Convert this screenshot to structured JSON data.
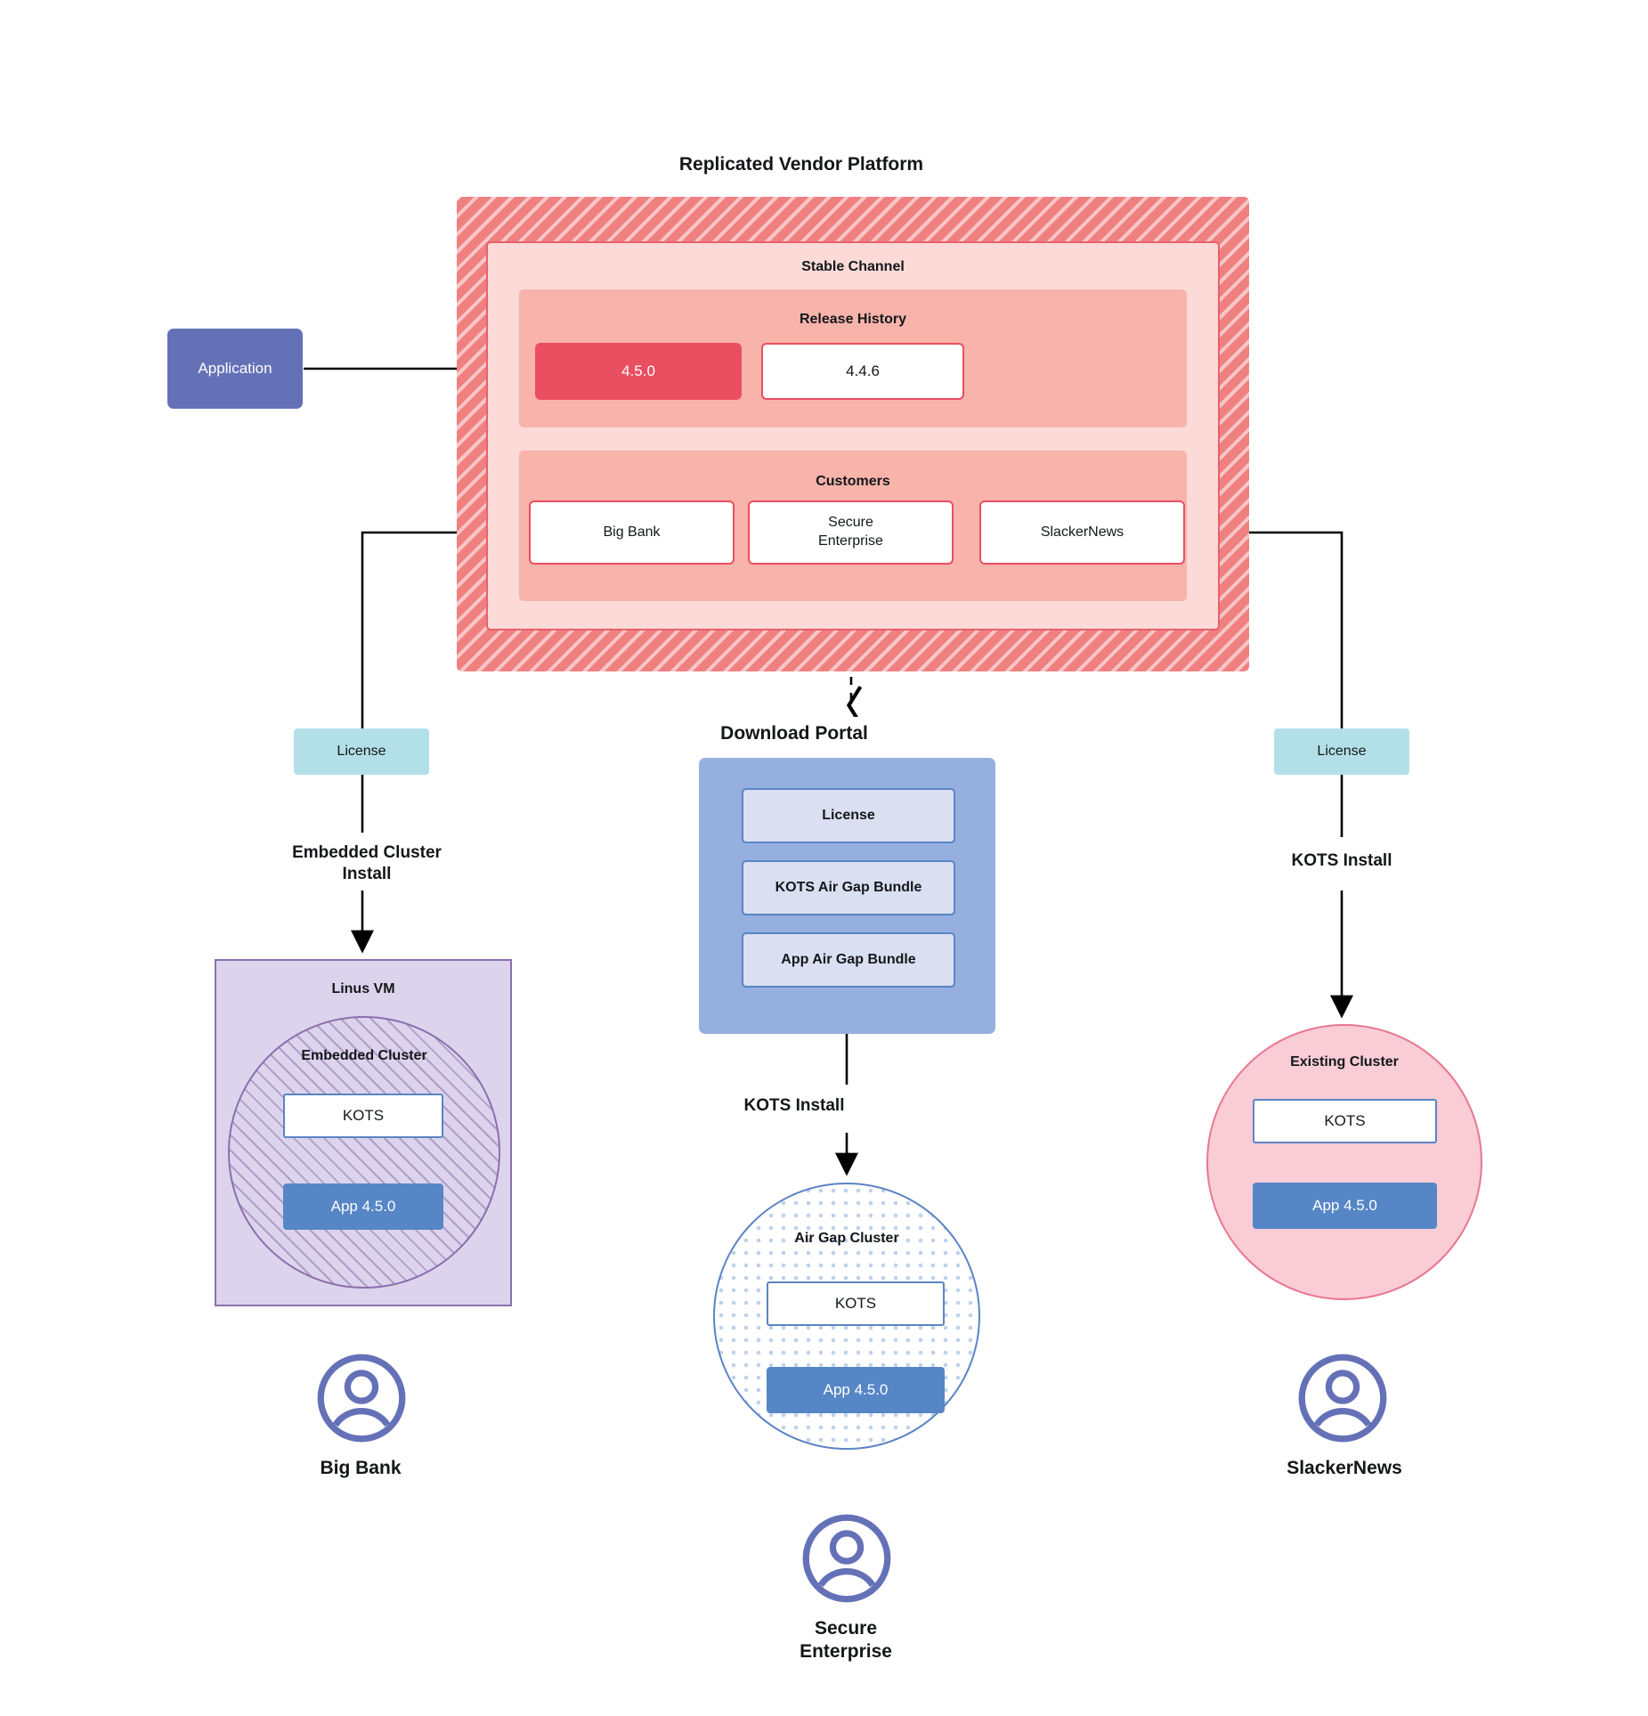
{
  "diagram": {
    "title": "Replicated Vendor Platform",
    "vendor_platform": {
      "title": "Replicated Vendor Platform",
      "fill_color": "#f08080",
      "channel": {
        "label": "Stable Channel",
        "fill_color": "#fbdad7",
        "release_history": {
          "label": "Release History",
          "releases": [
            {
              "version": "4.5.0",
              "state": "current",
              "fill_color": "#ea4e61",
              "text_color": "#ffffff"
            },
            {
              "version": "4.4.6",
              "state": "previous",
              "fill_color": "#ffffff",
              "text_color": "#14171a"
            }
          ]
        },
        "customers": {
          "label": "Customers",
          "items": [
            {
              "name": "Big Bank"
            },
            {
              "name": "Secure\nEnterprise"
            },
            {
              "name": "SlackerNews"
            }
          ]
        }
      }
    },
    "application": {
      "label": "Application",
      "fill_color": "#6571b7"
    },
    "licenses": [
      {
        "label": "License",
        "fill_color": "#b3e0e8"
      },
      {
        "label": "License",
        "fill_color": "#b3e0e8"
      }
    ],
    "flow_labels": {
      "embedded_cluster_install": "Embedded Cluster\nInstall",
      "kots_install_right": "KOTS Install",
      "kots_install_center": "KOTS Install"
    },
    "download_portal": {
      "title": "Download  Portal",
      "fill_color": "#95b0de",
      "items": [
        {
          "label": "License"
        },
        {
          "label": "KOTS Air Gap Bundle"
        },
        {
          "label": "App Air Gap Bundle"
        }
      ]
    },
    "targets": {
      "linus_vm": {
        "label": "Linus VM",
        "fill_color": "#dcd4ec",
        "border_color": "#8b6fae",
        "cluster": {
          "label": "Embedded Cluster",
          "kots": "KOTS",
          "app": "App 4.5.0"
        }
      },
      "air_gap_cluster": {
        "label": "Air Gap Cluster",
        "border_color": "#5b84c4",
        "kots": "KOTS",
        "app": "App 4.5.0"
      },
      "existing_cluster": {
        "label": "Existing Cluster",
        "fill_color": "#f9ccd6",
        "border_color": "#e8778f",
        "kots": "KOTS",
        "app": "App 4.5.0"
      }
    },
    "personas": [
      {
        "name": "Big Bank",
        "icon": "user-avatar-icon",
        "color": "#6571b7"
      },
      {
        "name": "Secure\nEnterprise",
        "icon": "user-avatar-icon",
        "color": "#6571b7"
      },
      {
        "name": "SlackerNews",
        "icon": "user-avatar-icon",
        "color": "#6571b7"
      }
    ],
    "colors": {
      "app_blue": "#5686c6",
      "kots_border": "#5b84c4",
      "red_accent": "#ea4e61",
      "license_teal": "#b3e0e8",
      "purple": "#8b6fae"
    }
  }
}
